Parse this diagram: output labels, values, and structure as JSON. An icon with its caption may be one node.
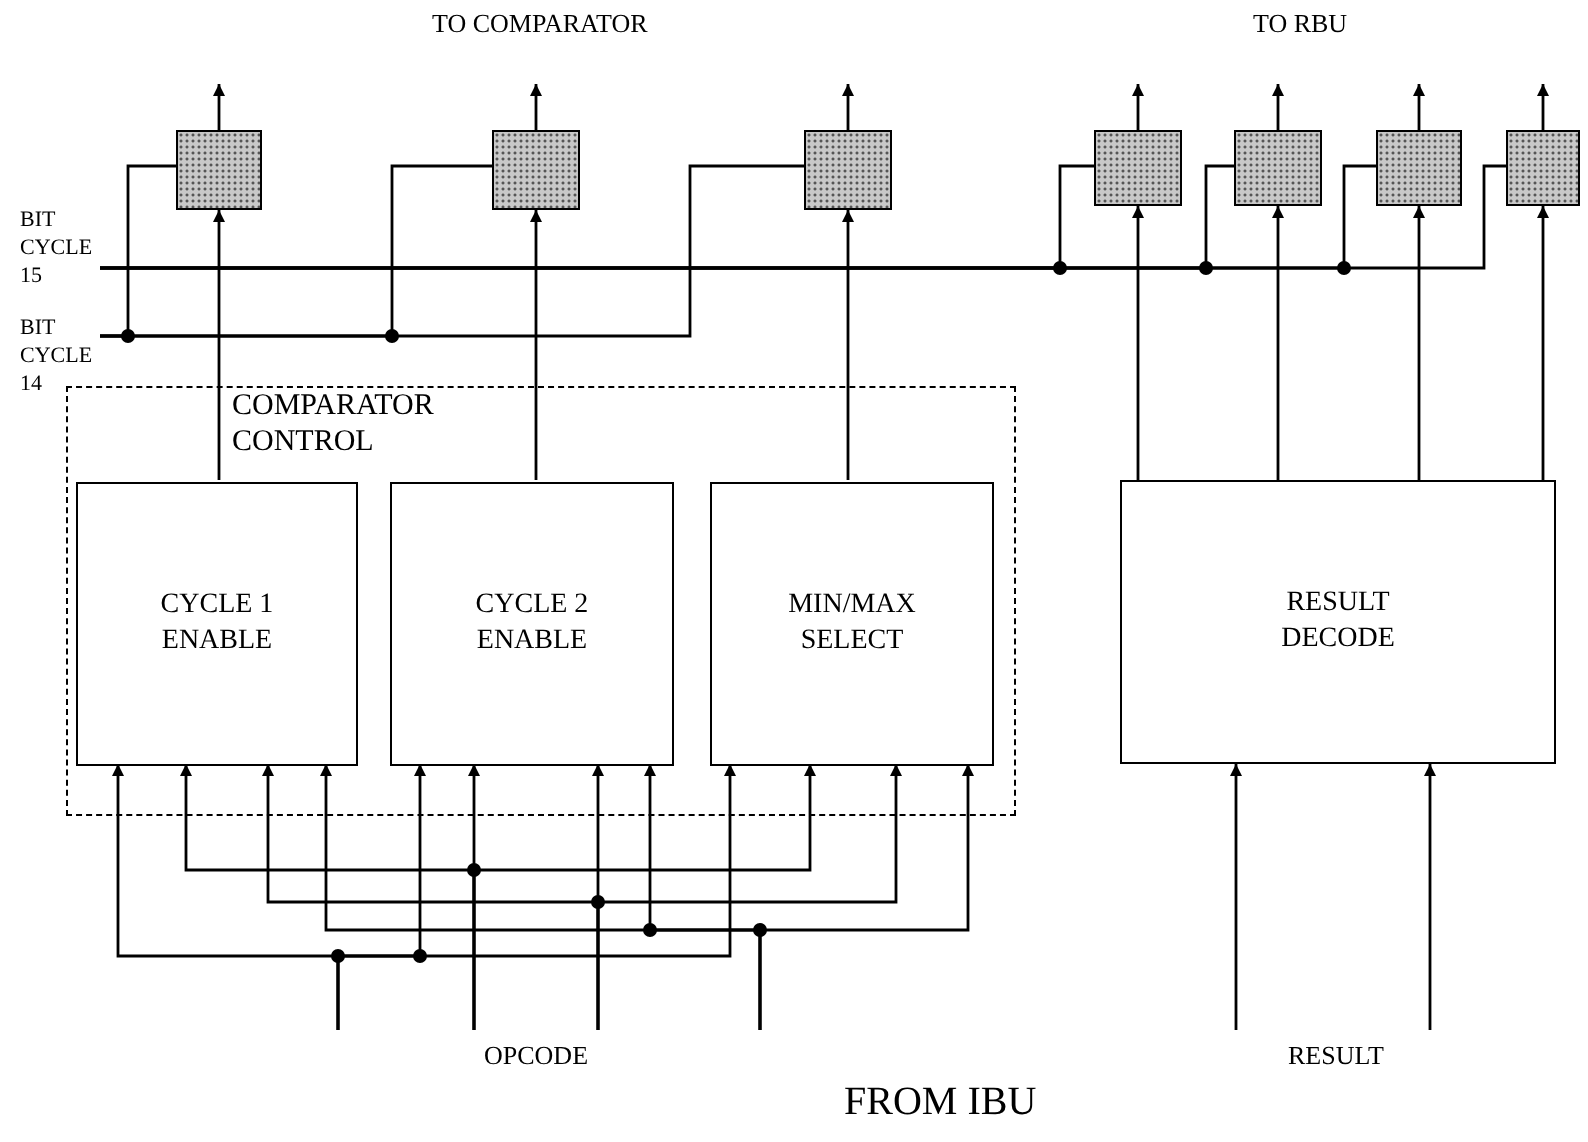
{
  "diagram": {
    "nodes": [
      {
        "text": [],
        "shape": "box"
      },
      {
        "text": [],
        "shape": "box"
      },
      {
        "text": [],
        "shape": "box"
      },
      {
        "text": [],
        "shape": "box"
      },
      {
        "text": [],
        "shape": "box"
      },
      {
        "text": [],
        "shape": "box"
      },
      {
        "text": [],
        "shape": "box"
      },
      {
        "text": [
          "BIT CYCLE 15"
        ]
      },
      {
        "text": [
          "BIT CYCLE 14"
        ]
      },
      {
        "text": [
          "COMPARATOR CONTROL"
        ]
      },
      {
        "text": [
          "CYCLE 1 ENABLE"
        ],
        "in": 9
      },
      {
        "text": [
          "CYCLE 2 ENABLE"
        ],
        "in": 9
      },
      {
        "text": [
          "MIN/MAX SELECT"
        ],
        "in": 9
      },
      {
        "text": [
          "RESULT DECODE"
        ]
      }
    ],
    "edges": [
      {
        "from": 0,
        "to": null,
        "arrow": "to"
      },
      {
        "from": 1,
        "to": null,
        "arrow": "to"
      },
      {
        "from": 2,
        "to": null,
        "arrow": "to"
      },
      {
        "from": 3,
        "to": null,
        "arrow": "to"
      },
      {
        "from": 4,
        "to": null,
        "arrow": "to"
      },
      {
        "from": 5,
        "to": null,
        "arrow": "to"
      },
      {
        "from": 6,
        "to": null,
        "arrow": "to"
      },
      {
        "from": 10,
        "to": 0,
        "arrow": "to"
      },
      {
        "from": 11,
        "to": 1,
        "arrow": "to"
      },
      {
        "from": 12,
        "to": 2,
        "arrow": "to"
      },
      {
        "from": 13,
        "to": 3,
        "arrow": "to"
      },
      {
        "from": 13,
        "to": 4,
        "arrow": "to"
      },
      {
        "from": 13,
        "to": 5,
        "arrow": "to"
      },
      {
        "from": 13,
        "to": 6,
        "arrow": "to"
      },
      {
        "from": 8,
        "to": 0,
        "arrow": "none"
      },
      {
        "from": 8,
        "to": 1,
        "arrow": "none"
      },
      {
        "from": 8,
        "to": 2,
        "arrow": "none"
      },
      {
        "from": 7,
        "to": 3,
        "arrow": "none"
      },
      {
        "from": 7,
        "to": 4,
        "arrow": "none"
      },
      {
        "from": 7,
        "to": 5,
        "arrow": "none"
      },
      {
        "from": 7,
        "to": 6,
        "arrow": "none"
      },
      {
        "from": null,
        "to": 10,
        "arrow": "to"
      },
      {
        "from": null,
        "to": 10,
        "arrow": "to"
      },
      {
        "from": null,
        "to": 10,
        "arrow": "to"
      },
      {
        "from": null,
        "to": 10,
        "arrow": "to"
      },
      {
        "from": null,
        "to": 11,
        "arrow": "to"
      },
      {
        "from": null,
        "to": 11,
        "arrow": "to"
      },
      {
        "from": null,
        "to": 11,
        "arrow": "to"
      },
      {
        "from": null,
        "to": 11,
        "arrow": "to"
      },
      {
        "from": null,
        "to": 12,
        "arrow": "to"
      },
      {
        "from": null,
        "to": 12,
        "arrow": "to"
      },
      {
        "from": null,
        "to": 12,
        "arrow": "to"
      },
      {
        "from": null,
        "to": 12,
        "arrow": "to"
      },
      {
        "from": null,
        "to": 13,
        "arrow": "to"
      },
      {
        "from": null,
        "to": 13,
        "arrow": "to"
      }
    ],
    "labels": [
      "TO COMPARATOR",
      "TO RBU",
      "OPCODE",
      "RESULT",
      "FROM IBU"
    ]
  }
}
